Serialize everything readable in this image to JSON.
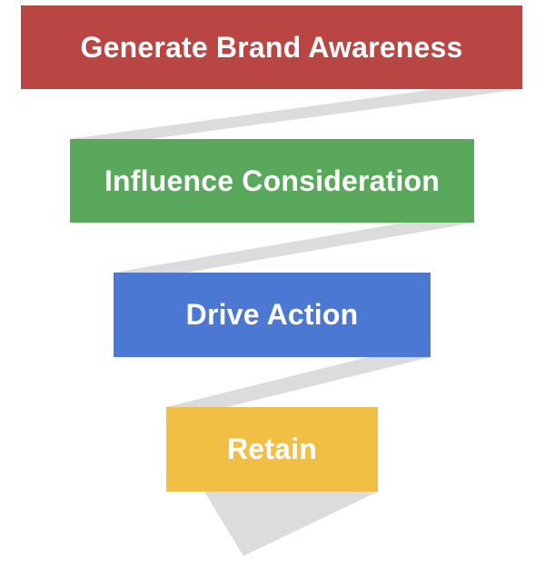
{
  "funnel": {
    "connector_color": "#dcdcdc",
    "stages": [
      {
        "label": "Generate Brand Awareness",
        "color": "#b94642"
      },
      {
        "label": "Influence Consideration",
        "color": "#5aa85c"
      },
      {
        "label": "Drive Action",
        "color": "#4a78d2"
      },
      {
        "label": "Retain",
        "color": "#f1bf43"
      }
    ]
  }
}
